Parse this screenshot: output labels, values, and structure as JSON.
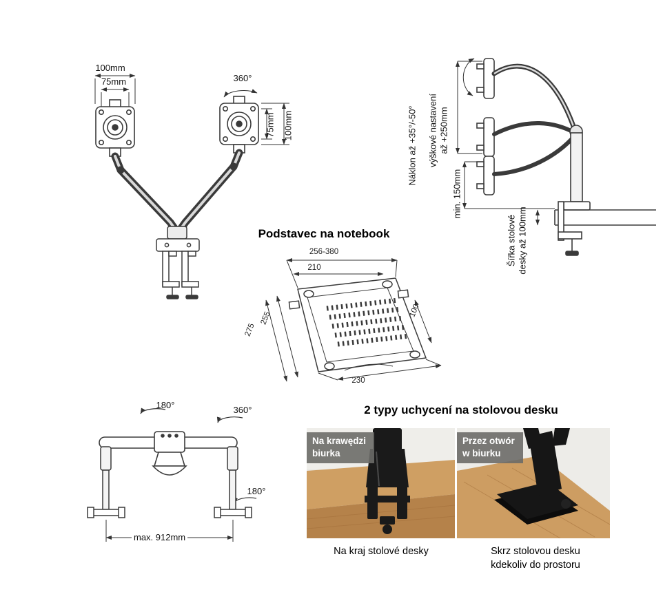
{
  "colors": {
    "line": "#333333",
    "draw": "#3a3a3a",
    "badge_bg": "#6c6b68",
    "wood": "#cf9f63",
    "wood_dark": "#b5824a",
    "black_mount": "#1a1a1a"
  },
  "front_view": {
    "width_outer": "100mm",
    "width_inner": "75mm",
    "rotation": "360°",
    "height_inner": "75mm",
    "height_outer": "100mm"
  },
  "side_view": {
    "tilt": "Náklon až +35°/-50°",
    "height_adjust_line1": "výškové nastavení",
    "height_adjust_line2": "až +250mm",
    "min_height": "min. 150mm",
    "desk_thickness_line1": "Šířka stolové",
    "desk_thickness_line2": "desky až 100mm"
  },
  "notebook": {
    "title": "Podstavec na notebook",
    "width_range": "256-380",
    "width_inner": "210",
    "depth_inner": "255",
    "depth_outer": "275",
    "side_depth": "100",
    "bottom_width": "230"
  },
  "top_view": {
    "rotation_left": "180°",
    "rotation_center": "360°",
    "rotation_right": "180°",
    "max_span": "max. 912mm"
  },
  "mounting": {
    "title": "2 typy uchycení na stolovou desku",
    "edge": {
      "badge_line1": "Na krawędzi",
      "badge_line2": "biurka",
      "caption": "Na kraj stolové desky"
    },
    "grommet": {
      "badge_line1": "Przez otwór",
      "badge_line2": "w biurku",
      "caption_line1": "Skrz stolovou desku",
      "caption_line2": "kdekoliv do prostoru"
    }
  }
}
